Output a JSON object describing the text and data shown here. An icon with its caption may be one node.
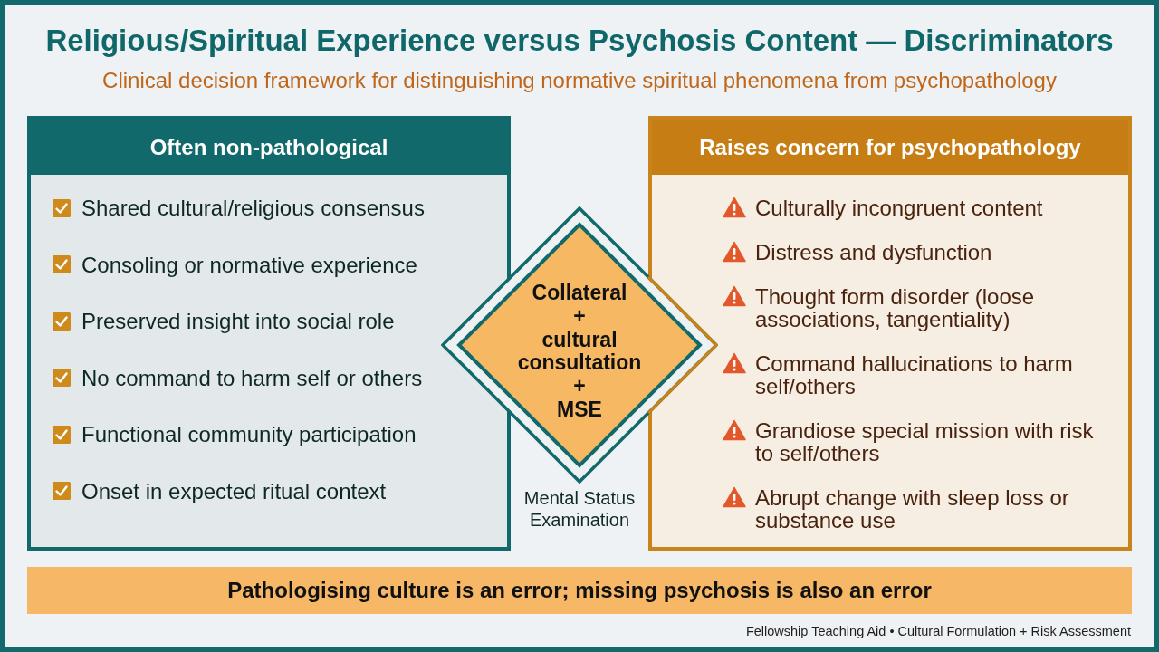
{
  "diagram": {
    "title": "Religious/Spiritual Experience versus Psychosis Content — Discriminators",
    "nodes": [
      {
        "text": [
          "Often non-pathological",
          "Shared cultural/religious consensus",
          "Consoling or normative experience",
          "Preserved insight into social role",
          "No command to harm self or others",
          "Functional community participation",
          "Onset in expected ritual context"
        ]
      },
      {
        "text": [
          "Collateral + cultural consultation + MSE"
        ],
        "beside": [
          "Mental Status Examination"
        ]
      },
      {
        "text": [
          "Raises concern for psychopathology",
          "Culturally incongruent content",
          "Distress and dysfunction",
          "Thought form disorder (loose associations, tangentiality)",
          "Command hallucinations to harm self/others",
          "Grandiose special mission with risk to self/others",
          "Abrupt change with sleep loss or substance use"
        ]
      },
      {
        "text": [
          "Pathologising culture is an error; missing psychosis is also an error"
        ]
      }
    ],
    "labels": [
      "Clinical decision framework for distinguishing normative spiritual phenomena from psychopathology",
      "Fellowship Teaching Aid • Cultural Formulation + Risk Assessment"
    ]
  }
}
